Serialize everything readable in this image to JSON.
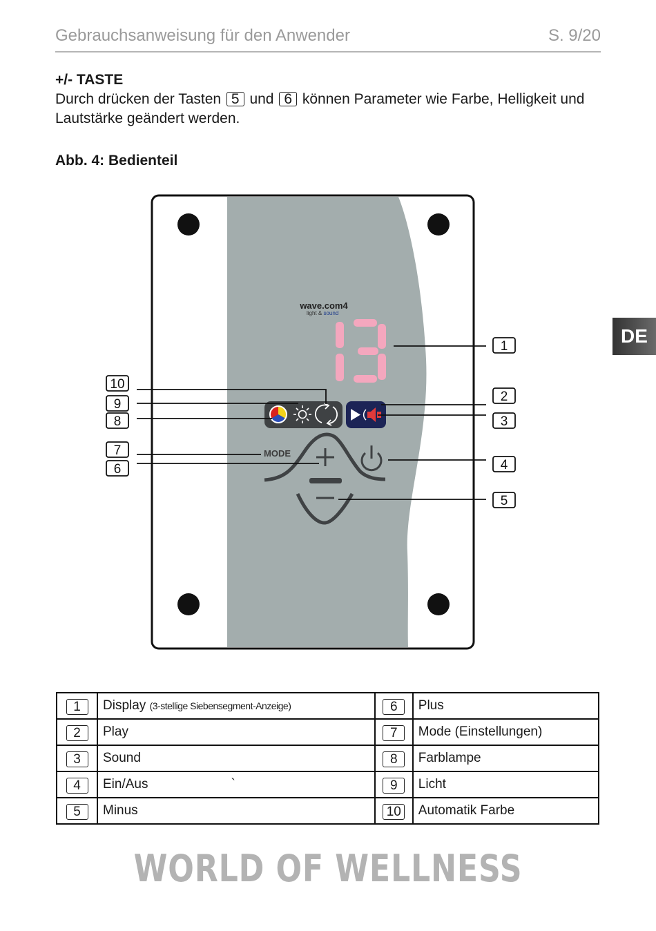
{
  "header": {
    "title": "Gebrauchsanweisung für den Anwender",
    "page": "S. 9/20"
  },
  "language_tab": "DE",
  "section": {
    "heading": "+/- TASTE",
    "text_1": "Durch drücken der Tasten",
    "key_a": "5",
    "text_2": "und",
    "key_b": "6",
    "text_3": "können Parameter wie Farbe, Helligkeit und Lautstärke geändert werden."
  },
  "figure": {
    "caption": "Abb. 4: Bedienteil",
    "brand": "wave.com4",
    "brand_sub_1": "light &",
    "brand_sub_2": "sound",
    "display_value": "13",
    "mode_label": "MODE",
    "callouts_left": [
      "10",
      "9",
      "8",
      "7",
      "6"
    ],
    "callouts_right": [
      "1",
      "2",
      "3",
      "4",
      "5"
    ],
    "colors": {
      "panel_gray": "#a3adad",
      "display_pink": "#f4a7be",
      "button_dark": "#3f4244",
      "button_navy": "#1c2456"
    }
  },
  "legend": [
    {
      "num": "1",
      "label": "Display",
      "note": "(3-stellige Siebensegment-Anzeige)",
      "num2": "6",
      "label2": "Plus"
    },
    {
      "num": "2",
      "label": "Play",
      "note": "",
      "num2": "7",
      "label2": "Mode (Einstellungen)"
    },
    {
      "num": "3",
      "label": "Sound",
      "note": "",
      "num2": "8",
      "label2": "Farblampe"
    },
    {
      "num": "4",
      "label": "Ein/Aus",
      "note": "`",
      "num2": "9",
      "label2": "Licht"
    },
    {
      "num": "5",
      "label": "Minus",
      "note": "",
      "num2": "10",
      "label2": "Automatik Farbe"
    }
  ],
  "footer": {
    "brand": "WORLD OF WELLNESS"
  }
}
